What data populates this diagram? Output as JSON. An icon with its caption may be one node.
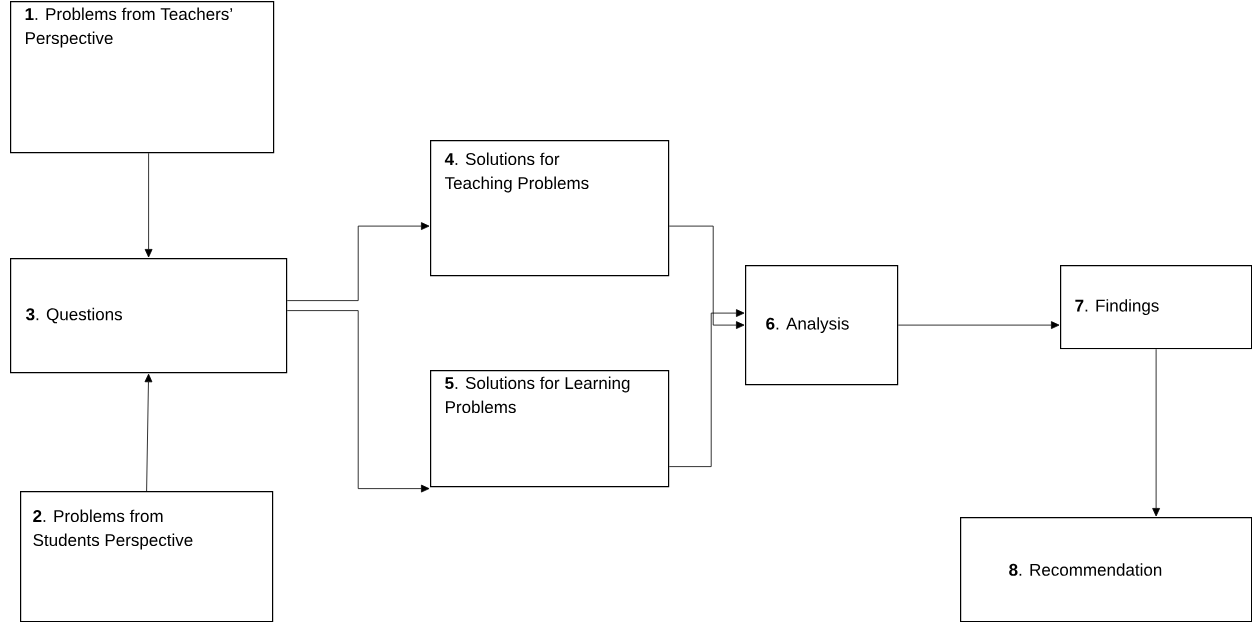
{
  "diagram": {
    "nodes": [
      {
        "text": [
          "**1**. Problems from Teachers’ Perspective"
        ]
      },
      {
        "text": [
          "**2**. Problems from Students Perspective"
        ]
      },
      {
        "text": [
          "**3**. Questions"
        ]
      },
      {
        "text": [
          "**4**. Solutions for Teaching Problems"
        ]
      },
      {
        "text": [
          "**5**. Solutions for Learning Problems"
        ]
      },
      {
        "text": [
          "**6**. Analysis"
        ]
      },
      {
        "text": [
          "**7**. Findings"
        ]
      },
      {
        "text": [
          "**8**. Recommendation"
        ]
      }
    ],
    "edges": [
      {
        "from": 0,
        "to": 2,
        "arrow": "to"
      },
      {
        "from": 1,
        "to": 2,
        "arrow": "to"
      },
      {
        "from": 2,
        "to": 3,
        "arrow": "to"
      },
      {
        "from": 2,
        "to": 4,
        "arrow": "to"
      },
      {
        "from": 3,
        "to": 5,
        "arrow": "to"
      },
      {
        "from": 4,
        "to": 5,
        "arrow": "to"
      },
      {
        "from": 5,
        "to": 6,
        "arrow": "to"
      },
      {
        "from": 6,
        "to": 7,
        "arrow": "to"
      }
    ]
  }
}
